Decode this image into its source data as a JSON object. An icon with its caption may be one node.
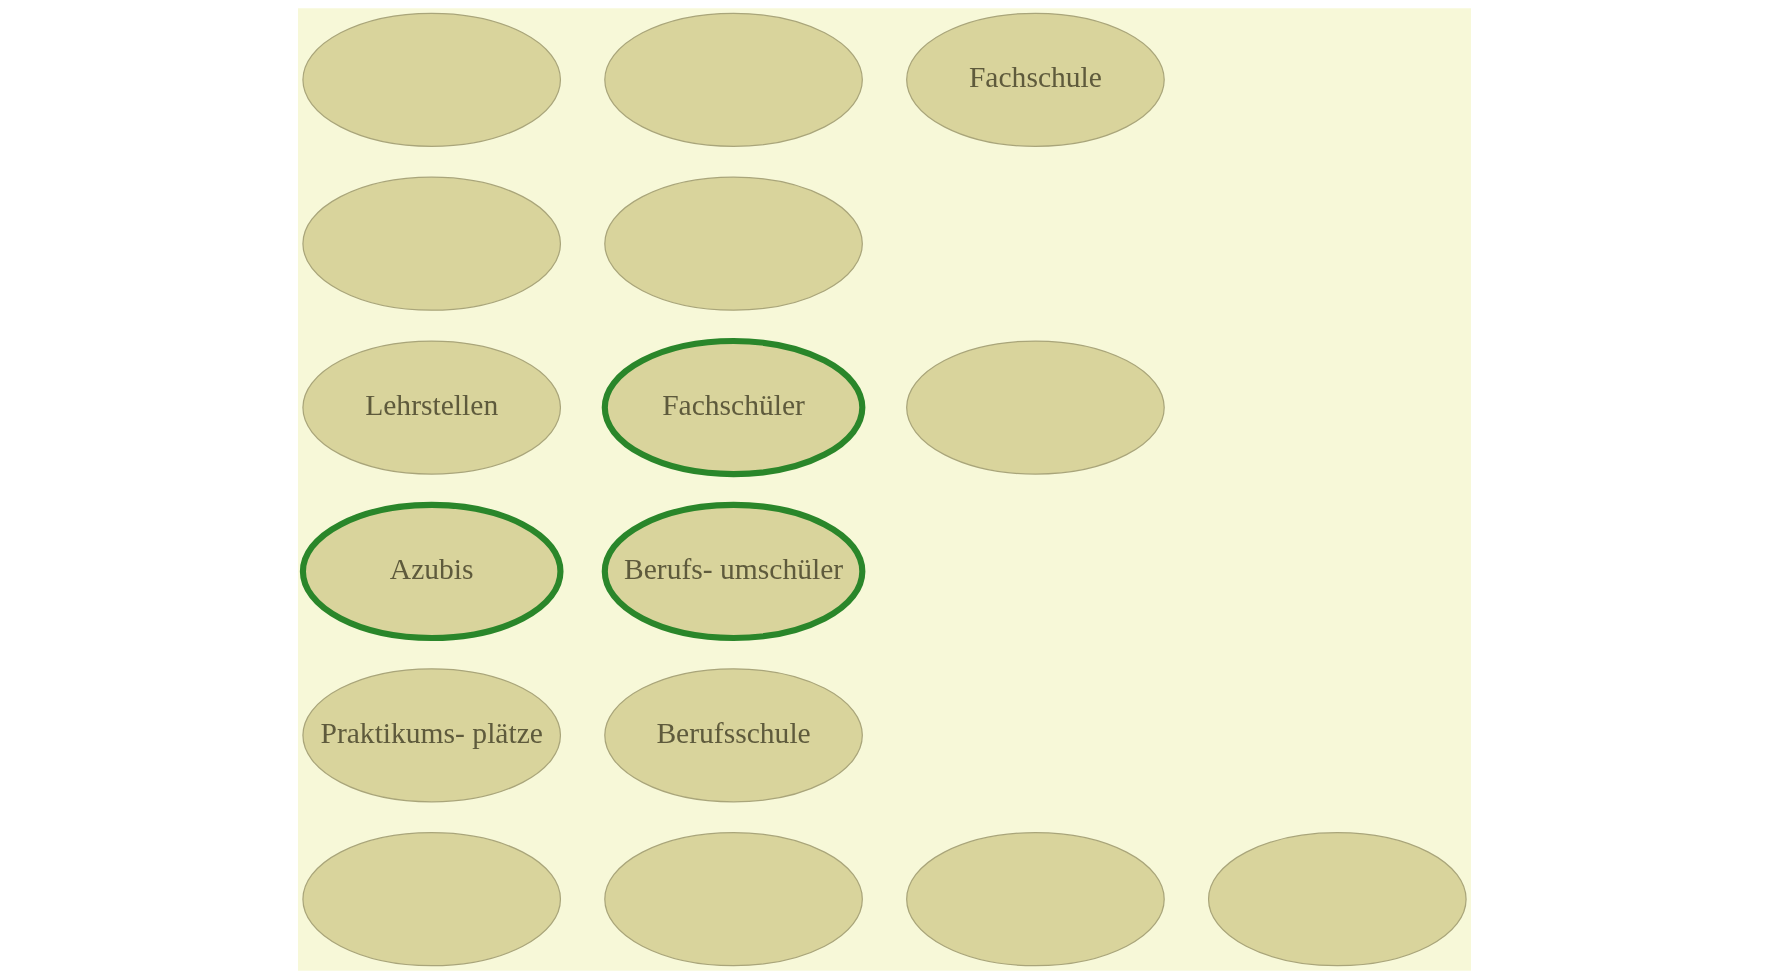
{
  "diagram": {
    "nodes": [
      {
        "text": [],
        "shape": "ellipse"
      },
      {
        "text": [],
        "shape": "ellipse"
      },
      {
        "text": [
          "Fachschule"
        ]
      },
      {
        "text": [],
        "shape": "ellipse"
      },
      {
        "text": [],
        "shape": "ellipse"
      },
      {
        "text": [
          "Lehrstellen"
        ]
      },
      {
        "text": [
          "Fachschüler"
        ]
      },
      {
        "text": [],
        "shape": "ellipse"
      },
      {
        "text": [
          "Azubis"
        ]
      },
      {
        "text": [
          "Berufs- umschüler"
        ]
      },
      {
        "text": [
          "Praktikums- plätze"
        ]
      },
      {
        "text": [
          "Berufsschule"
        ]
      },
      {
        "text": [],
        "shape": "ellipse"
      },
      {
        "text": [],
        "shape": "ellipse"
      },
      {
        "text": [],
        "shape": "ellipse"
      },
      {
        "text": [],
        "shape": "ellipse"
      }
    ],
    "edges": []
  }
}
